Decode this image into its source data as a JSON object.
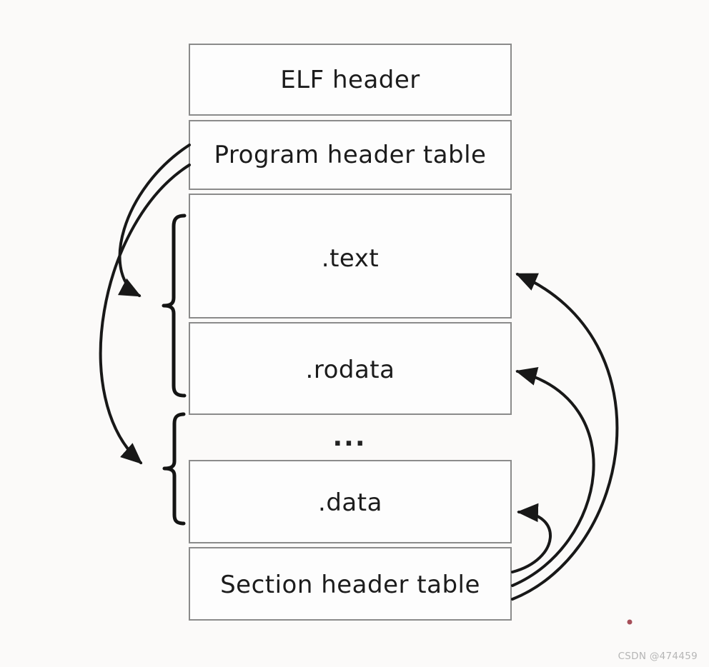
{
  "diagram": {
    "boxes": [
      {
        "name": "elf-header",
        "label": "ELF header"
      },
      {
        "name": "program-header-table",
        "label": "Program header table"
      },
      {
        "name": "text-section",
        "label": ".text"
      },
      {
        "name": "rodata-section",
        "label": ".rodata"
      },
      {
        "name": "data-section",
        "label": ".data"
      },
      {
        "name": "section-header-table",
        "label": "Section header table"
      }
    ],
    "ellipsis": "...",
    "watermark": "CSDN @474459",
    "colors": {
      "background": "#fbfaf9",
      "box_fill": "#fdfdfd",
      "box_border": "#8b8b8b",
      "arrow": "#181818",
      "text": "#1c1c1c",
      "watermark": "#b5b5b5",
      "red_dot": "#96303d"
    }
  }
}
